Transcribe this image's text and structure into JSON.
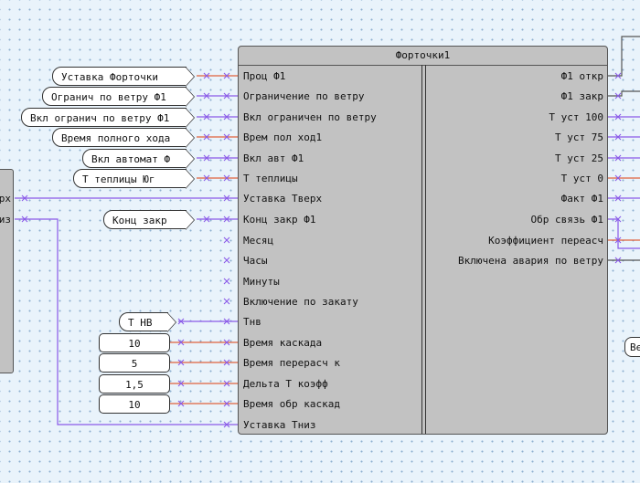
{
  "block": {
    "title": "Форточки1",
    "inputs": [
      "Проц Ф1",
      "Ограничение по ветру",
      "Вкл ограничен по ветру",
      "Врем пол ход1",
      "Вкл авт Ф1",
      "Т теплицы",
      "Уставка Тверх",
      "Конц закр Ф1",
      "Месяц",
      "Часы",
      "Минуты",
      "Включение по закату",
      "Тнв",
      "Время каскада",
      "Время перерасч к",
      "Дельта Т коэфф",
      "Время обр каскад",
      "Уставка Тниз"
    ],
    "outputs": [
      "Ф1 откр",
      "Ф1 закр",
      "Т уст 100",
      "Т уст 75",
      "Т уст 25",
      "Т уст 0",
      "Факт Ф1",
      "Обр  связь Ф1",
      "Коэффициент переасч",
      "Включена авария по ветру"
    ]
  },
  "sources": [
    "Уставка Форточки",
    "Огранич по ветру Ф1",
    "Вкл огранич по ветру Ф1",
    "Время полного хода",
    "Вкл автомат Ф",
    "Т теплицы Юг",
    "Конц закр",
    "Т НВ"
  ],
  "constants": [
    "10",
    "5",
    "1,5",
    "10"
  ],
  "left_block": {
    "ports": [
      "рх",
      "из"
    ]
  },
  "right_tag": "Ве",
  "colors": {
    "background": "#e9f3fb",
    "block_fill": "#c2c2c2",
    "wire_analog": "#e0623e",
    "wire_logic": "#8a5ae8",
    "junction_mark": "#8a5ae8"
  }
}
